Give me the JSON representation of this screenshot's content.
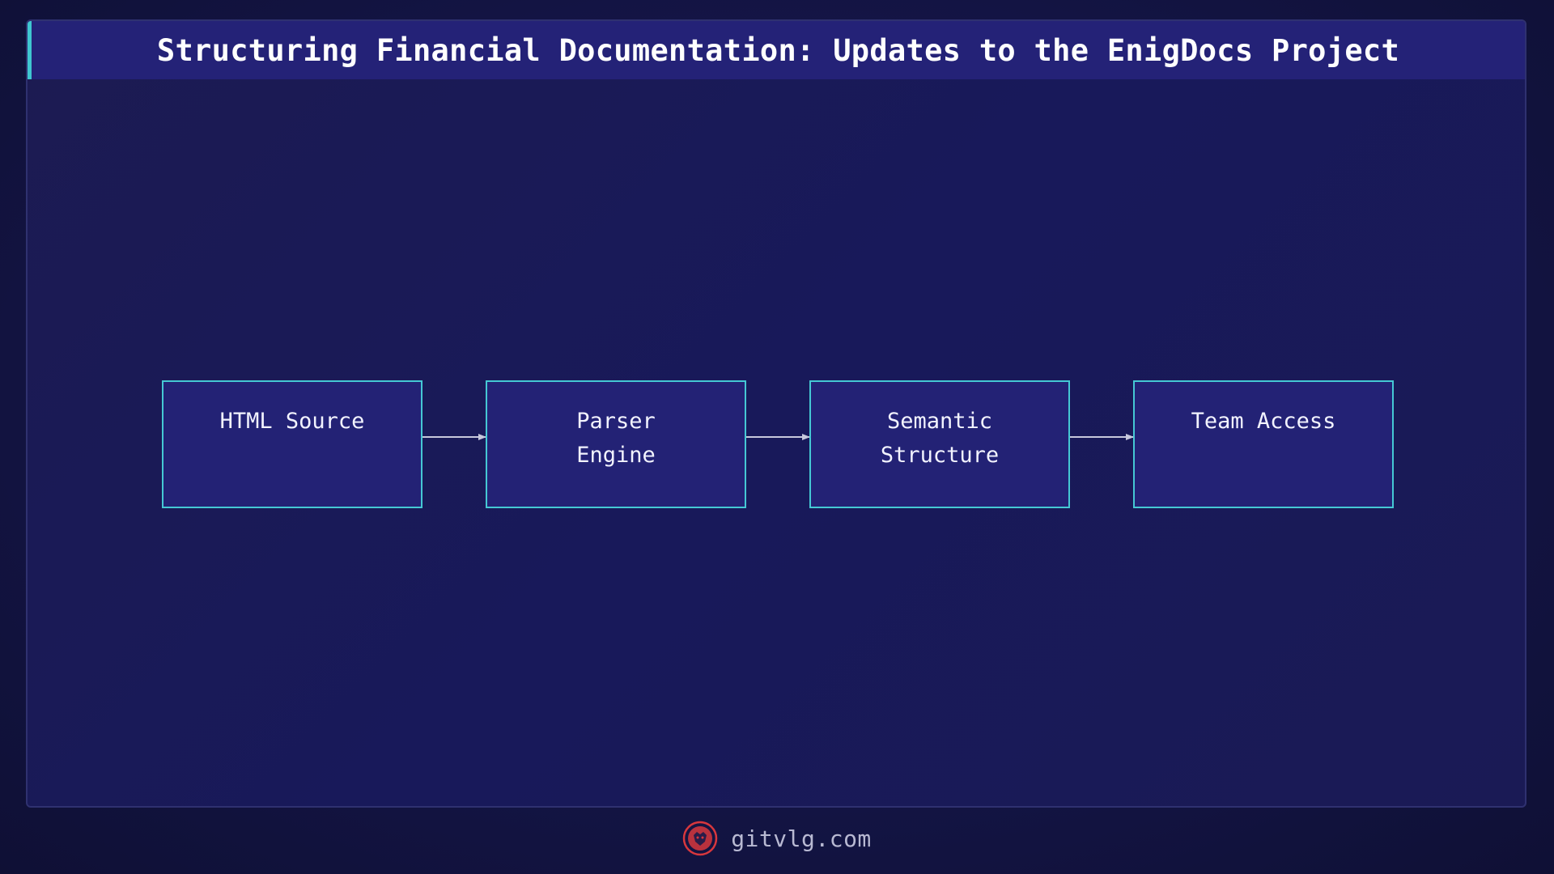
{
  "title": "Structuring Financial Documentation: Updates to the EnigDocs Project",
  "nodes": [
    {
      "line1": "HTML Source",
      "line2": ""
    },
    {
      "line1": "Parser",
      "line2": "Engine"
    },
    {
      "line1": "Semantic",
      "line2": "Structure"
    },
    {
      "line1": "Team Access",
      "line2": ""
    }
  ],
  "edges": [
    {
      "from": 0,
      "to": 1
    },
    {
      "from": 1,
      "to": 2
    },
    {
      "from": 2,
      "to": 3
    }
  ],
  "footer": {
    "site": "gitvlg.com",
    "logo_icon": "lion-logo-icon"
  },
  "colors": {
    "node_border": "#45c8d4",
    "node_fill": "#232275",
    "title_bar": "#242277",
    "accent": "#3fc6d0",
    "arrow": "#c7c8dc",
    "logo": "#d7373d"
  }
}
